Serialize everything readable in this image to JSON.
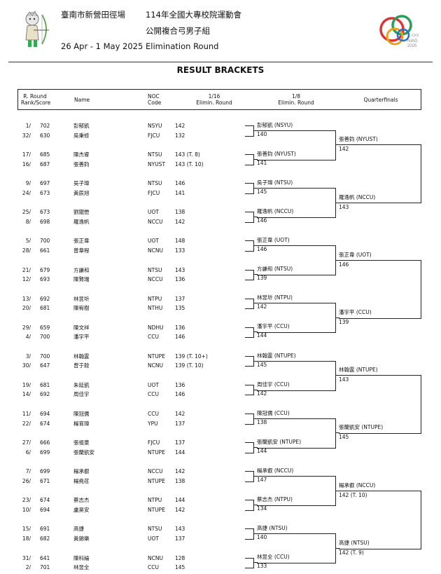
{
  "header": {
    "venue": "臺南市新營田徑場",
    "dates": "26 Apr - 1 May 2025",
    "event": "114年全國大專校院運動會",
    "category": "公開複合弓男子組",
    "round": "Elimination Round",
    "logo_text": "NIAG",
    "logo_year": "2025",
    "logo_roman": "CXX"
  },
  "title": "RESULT BRACKETS",
  "columns": {
    "rank_line1": "R. Round",
    "rank_line2": "Rank/Score",
    "name": "Name",
    "noc_line1": "NOC",
    "noc_line2": "Code",
    "r16_line1": "1/16",
    "r16_line2": "Elimin. Round",
    "r8_line1": "1/8",
    "r8_line2": "Elimin. Round",
    "qf": "Quarterfinals"
  },
  "entries": [
    {
      "rank": "1/",
      "score": "702",
      "name": "彭郁凱",
      "noc": "NSYU",
      "s16": "142"
    },
    {
      "rank": "32/",
      "score": "630",
      "name": "吳秉修",
      "noc": "FJCU",
      "s16": "132"
    },
    {
      "rank": "17/",
      "score": "685",
      "name": "陳杰睿",
      "noc": "NTSU",
      "s16": "143 (T. 8)"
    },
    {
      "rank": "16/",
      "score": "687",
      "name": "張善鈞",
      "noc": "NYUST",
      "s16": "143 (T. 10)"
    },
    {
      "rank": "9/",
      "score": "697",
      "name": "吳子瑋",
      "noc": "NTSU",
      "s16": "146"
    },
    {
      "rank": "24/",
      "score": "673",
      "name": "黃辰旭",
      "noc": "FJCU",
      "s16": "141"
    },
    {
      "rank": "25/",
      "score": "673",
      "name": "劉錕懋",
      "noc": "UOT",
      "s16": "138"
    },
    {
      "rank": "8/",
      "score": "698",
      "name": "羅逸帆",
      "noc": "NCCU",
      "s16": "142"
    },
    {
      "rank": "5/",
      "score": "700",
      "name": "張正韋",
      "noc": "UOT",
      "s16": "148"
    },
    {
      "rank": "28/",
      "score": "661",
      "name": "普韋程",
      "noc": "NCNU",
      "s16": "133"
    },
    {
      "rank": "21/",
      "score": "679",
      "name": "方謙和",
      "noc": "NTSU",
      "s16": "143"
    },
    {
      "rank": "12/",
      "score": "693",
      "name": "陳賢瑞",
      "noc": "NCCU",
      "s16": "136"
    },
    {
      "rank": "13/",
      "score": "692",
      "name": "林昱圻",
      "noc": "NTPU",
      "s16": "137"
    },
    {
      "rank": "20/",
      "score": "681",
      "name": "陳宥樹",
      "noc": "NTHU",
      "s16": "135"
    },
    {
      "rank": "29/",
      "score": "659",
      "name": "陳文祥",
      "noc": "NDHU",
      "s16": "136"
    },
    {
      "rank": "4/",
      "score": "700",
      "name": "潘宇平",
      "noc": "CCU",
      "s16": "146"
    },
    {
      "rank": "3/",
      "score": "700",
      "name": "林翰霆",
      "noc": "NTUPE",
      "s16": "139 (T. 10+)"
    },
    {
      "rank": "30/",
      "score": "647",
      "name": "曾于銓",
      "noc": "NCNU",
      "s16": "139 (T. 10)"
    },
    {
      "rank": "19/",
      "score": "681",
      "name": "朱延凱",
      "noc": "UOT",
      "s16": "136"
    },
    {
      "rank": "14/",
      "score": "692",
      "name": "周佳宇",
      "noc": "CCU",
      "s16": "146"
    },
    {
      "rank": "11/",
      "score": "694",
      "name": "陳冠儒",
      "noc": "CCU",
      "s16": "142"
    },
    {
      "rank": "22/",
      "score": "674",
      "name": "楊育瑋",
      "noc": "YPU",
      "s16": "137"
    },
    {
      "rank": "27/",
      "score": "666",
      "name": "張祖豪",
      "noc": "FJCU",
      "s16": "137"
    },
    {
      "rank": "6/",
      "score": "699",
      "name": "張蘭凱安",
      "noc": "NTUPE",
      "s16": "144"
    },
    {
      "rank": "7/",
      "score": "699",
      "name": "楊承叡",
      "noc": "NCCU",
      "s16": "142"
    },
    {
      "rank": "26/",
      "score": "671",
      "name": "楊堯荏",
      "noc": "NTUPE",
      "s16": "138"
    },
    {
      "rank": "23/",
      "score": "674",
      "name": "蔡志杰",
      "noc": "NTPU",
      "s16": "144"
    },
    {
      "rank": "10/",
      "score": "694",
      "name": "盧昊安",
      "noc": "NTUPE",
      "s16": "142"
    },
    {
      "rank": "15/",
      "score": "691",
      "name": "高捷",
      "noc": "NTSU",
      "s16": "143"
    },
    {
      "rank": "18/",
      "score": "682",
      "name": "黃錦樂",
      "noc": "UOT",
      "s16": "137"
    },
    {
      "rank": "31/",
      "score": "641",
      "name": "陳科綸",
      "noc": "NCNU",
      "s16": "128"
    },
    {
      "rank": "2/",
      "score": "701",
      "name": "林昱全",
      "noc": "CCU",
      "s16": "145"
    }
  ],
  "r8": [
    {
      "name": "彭郁凱 (NSYU)",
      "score": "140"
    },
    {
      "name": "張善鈞 (NYUST)",
      "score": "141"
    },
    {
      "name": "吳子瑋 (NTSU)",
      "score": "145"
    },
    {
      "name": "羅逸帆 (NCCU)",
      "score": "146"
    },
    {
      "name": "張正韋 (UOT)",
      "score": "146"
    },
    {
      "name": "方謙和 (NTSU)",
      "score": "139"
    },
    {
      "name": "林昱圻 (NTPU)",
      "score": "142"
    },
    {
      "name": "潘宇平 (CCU)",
      "score": "144"
    },
    {
      "name": "林翰霆 (NTUPE)",
      "score": "145"
    },
    {
      "name": "周佳宇 (CCU)",
      "score": "142"
    },
    {
      "name": "陳冠儒 (CCU)",
      "score": "138"
    },
    {
      "name": "張蘭凱安 (NTUPE)",
      "score": "144"
    },
    {
      "name": "楊承叡 (NCCU)",
      "score": "147"
    },
    {
      "name": "蔡志杰 (NTPU)",
      "score": "134"
    },
    {
      "name": "高捷 (NTSU)",
      "score": "140"
    },
    {
      "name": "林昱全 (CCU)",
      "score": "133"
    }
  ],
  "qf": [
    {
      "name": "張善鈞 (NYUST)",
      "score": "142"
    },
    {
      "name": "羅逸帆 (NCCU)",
      "score": "143"
    },
    {
      "name": "張正韋 (UOT)",
      "score": "146"
    },
    {
      "name": "潘宇平 (CCU)",
      "score": "139"
    },
    {
      "name": "林翰霆 (NTUPE)",
      "score": "143"
    },
    {
      "name": "張蘭凱安 (NTUPE)",
      "score": "145"
    },
    {
      "name": "楊承叡 (NCCU)",
      "score": "142 (T. 10)"
    },
    {
      "name": "高捷 (NTSU)",
      "score": "142 (T. 9)"
    }
  ]
}
